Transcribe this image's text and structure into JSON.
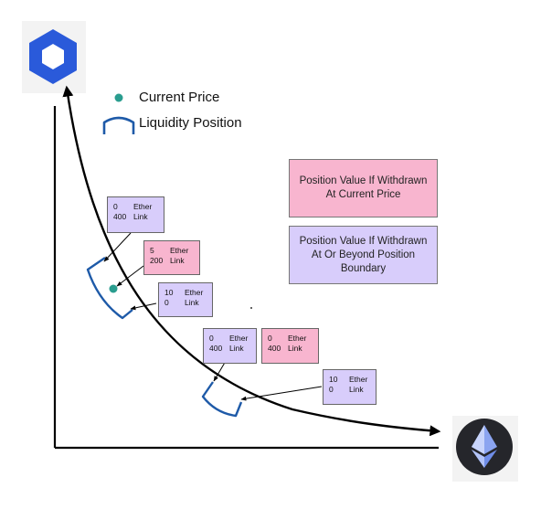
{
  "legend": {
    "current_price": "Current Price",
    "liquidity_position": "Liquidity Position",
    "withdrawn_current": "Position Value If Withdrawn At Current Price",
    "withdrawn_boundary": "Position Value If Withdrawn At Or Beyond Position Boundary"
  },
  "colors": {
    "pink": "#f8b5cf",
    "purple": "#d8cdfb",
    "position_blue": "#1e5aa8",
    "current_dot": "#2a9d8f",
    "link_logo": "#2a5ada",
    "eth_bg": "#25262b"
  },
  "icons": [
    "chainlink-logo-icon",
    "ethereum-logo-icon"
  ],
  "positions": {
    "upper": {
      "lower_bound": {
        "ether": "0",
        "link": "400"
      },
      "current": {
        "ether": "5",
        "link": "200"
      },
      "upper_bound": {
        "ether": "10",
        "link": "0"
      }
    },
    "lower": {
      "lower_bound": {
        "ether": "0",
        "link": "400"
      },
      "current": {
        "ether": "0",
        "link": "400"
      },
      "upper_bound": {
        "ether": "10",
        "link": "0"
      }
    }
  },
  "units": {
    "ether": "Ether",
    "link": "Link"
  }
}
